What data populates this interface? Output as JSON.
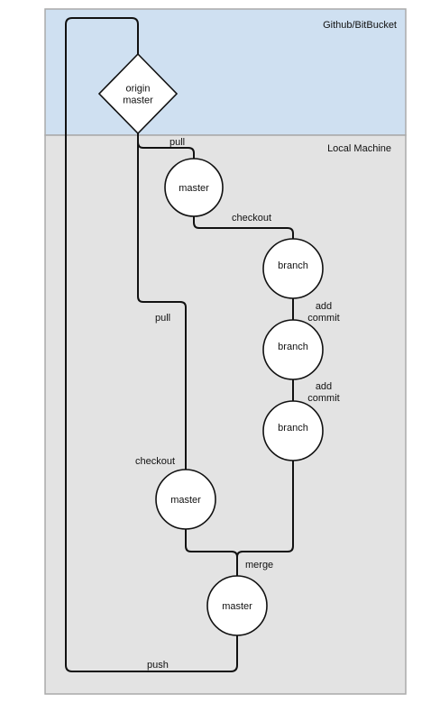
{
  "colors": {
    "remote_region": "#cfe0f1",
    "local_region": "#e3e3e3",
    "region_border": "#aaaaaa",
    "line": "#111111",
    "node_fill": "#ffffff"
  },
  "regions": {
    "remote_label": "Github/BitBucket",
    "local_label": "Local Machine"
  },
  "nodes": {
    "origin": "origin\nmaster",
    "master_top": "master",
    "branch_1": "branch",
    "branch_2": "branch",
    "branch_3": "branch",
    "master_mid": "master",
    "master_bottom": "master"
  },
  "edge_labels": {
    "pull_short": "pull",
    "checkout_branch": "checkout",
    "add_commit_1": "add\ncommit",
    "add_commit_2": "add\ncommit",
    "pull_long": "pull",
    "checkout_master": "checkout",
    "merge": "merge",
    "push": "push"
  }
}
